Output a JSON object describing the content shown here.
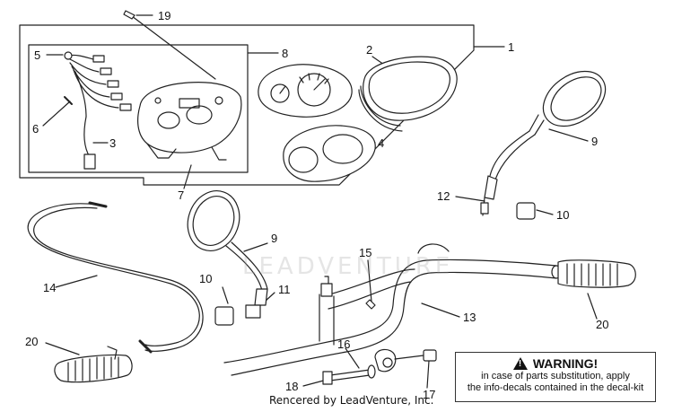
{
  "diagram": {
    "callouts": [
      "1",
      "2",
      "3",
      "4",
      "5",
      "6",
      "7",
      "8",
      "9",
      "9",
      "10",
      "10",
      "11",
      "12",
      "13",
      "14",
      "15",
      "16",
      "17",
      "18",
      "19",
      "20",
      "20"
    ],
    "warning": {
      "title": "WARNING!",
      "line1": "in case of parts substitution, apply",
      "line2": "the info-decals contained in the decal-kit"
    },
    "credit": "Rencered by LeadVenture, Inc.",
    "watermark": "LEADVENTURE"
  }
}
